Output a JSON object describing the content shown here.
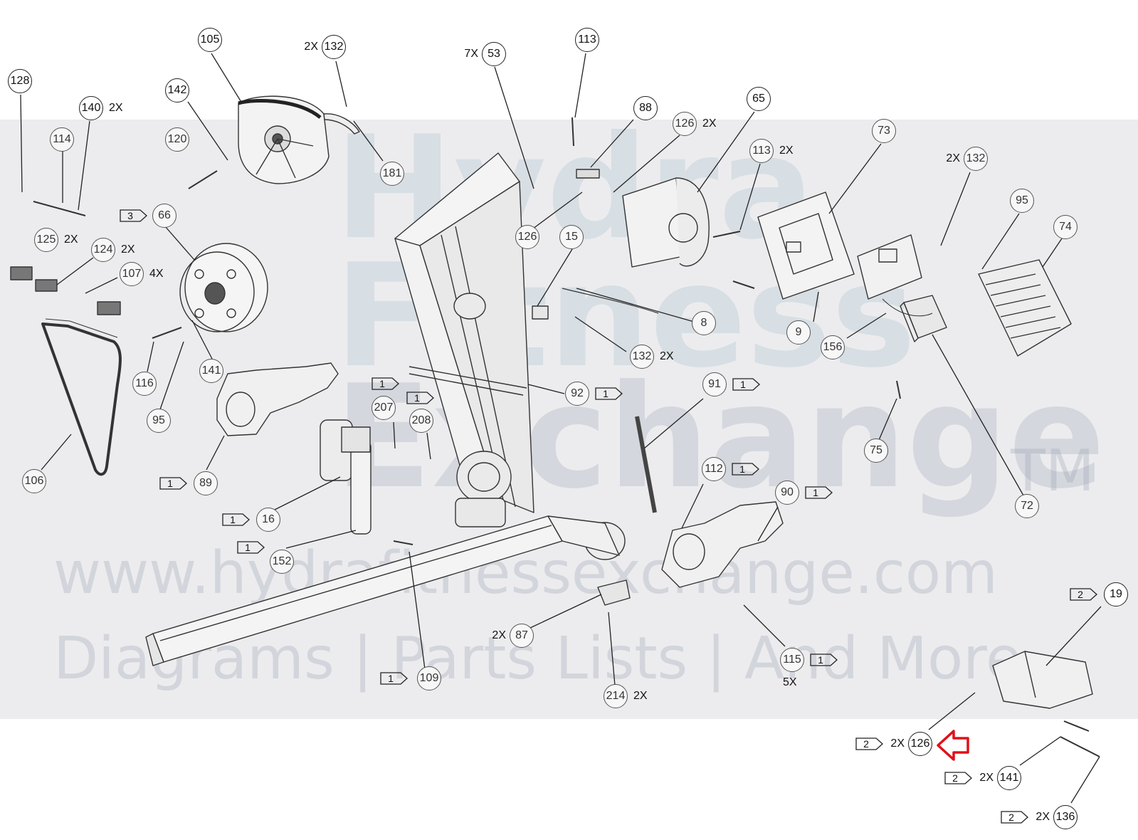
{
  "watermark": {
    "brand_line1": "Hydra",
    "brand_line2": "Fitness",
    "brand_line3": "Exchange",
    "tm": "TM",
    "url": "www.hydrafitnessexchange.com",
    "tagline": "Diagrams | Parts Lists | And More"
  },
  "colors": {
    "band": "#ececee",
    "arrow": "#e0101a",
    "ink": "#222222"
  },
  "callouts": [
    {
      "id": "128",
      "qty": ""
    },
    {
      "id": "140",
      "qty": "2X"
    },
    {
      "id": "114",
      "qty": ""
    },
    {
      "id": "142",
      "qty": ""
    },
    {
      "id": "120",
      "qty": ""
    },
    {
      "id": "105",
      "qty": ""
    },
    {
      "id": "132",
      "qty": "2X"
    },
    {
      "id": "181",
      "qty": ""
    },
    {
      "id": "53",
      "qty": "7X"
    },
    {
      "id": "113",
      "qty": ""
    },
    {
      "id": "88",
      "qty": ""
    },
    {
      "id": "126",
      "qty": "2X"
    },
    {
      "id": "65",
      "qty": ""
    },
    {
      "id": "113",
      "qty": "2X"
    },
    {
      "id": "73",
      "qty": ""
    },
    {
      "id": "132",
      "qty": "2X"
    },
    {
      "id": "95",
      "qty": ""
    },
    {
      "id": "74",
      "qty": ""
    },
    {
      "id": "66",
      "qty": "",
      "tag": "3"
    },
    {
      "id": "125",
      "qty": "2X"
    },
    {
      "id": "124",
      "qty": "2X"
    },
    {
      "id": "107",
      "qty": "4X"
    },
    {
      "id": "126",
      "qty": ""
    },
    {
      "id": "15",
      "qty": ""
    },
    {
      "id": "8",
      "qty": ""
    },
    {
      "id": "9",
      "qty": ""
    },
    {
      "id": "156",
      "qty": ""
    },
    {
      "id": "132",
      "qty": "2X"
    },
    {
      "id": "141",
      "qty": ""
    },
    {
      "id": "116",
      "qty": ""
    },
    {
      "id": "95",
      "qty": ""
    },
    {
      "id": "106",
      "qty": ""
    },
    {
      "id": "89",
      "qty": "",
      "tag": "1"
    },
    {
      "id": "207",
      "qty": "",
      "tag": "1"
    },
    {
      "id": "208",
      "qty": "",
      "tag": "1"
    },
    {
      "id": "92",
      "qty": "",
      "tag": "1"
    },
    {
      "id": "91",
      "qty": "",
      "tag": "1"
    },
    {
      "id": "75",
      "qty": ""
    },
    {
      "id": "72",
      "qty": ""
    },
    {
      "id": "112",
      "qty": "",
      "tag": "1"
    },
    {
      "id": "90",
      "qty": "",
      "tag": "1"
    },
    {
      "id": "16",
      "qty": "",
      "tag": "1"
    },
    {
      "id": "152",
      "qty": "",
      "tag": "1"
    },
    {
      "id": "109",
      "qty": "",
      "tag": "1"
    },
    {
      "id": "87",
      "qty": "2X"
    },
    {
      "id": "214",
      "qty": "2X"
    },
    {
      "id": "115",
      "qty": "5X",
      "tag": "1"
    },
    {
      "id": "19",
      "qty": "",
      "tag": "2"
    },
    {
      "id": "126",
      "qty": "2X",
      "tag": "2"
    },
    {
      "id": "141",
      "qty": "2X",
      "tag": "2"
    },
    {
      "id": "136",
      "qty": "2X",
      "tag": "2"
    }
  ]
}
